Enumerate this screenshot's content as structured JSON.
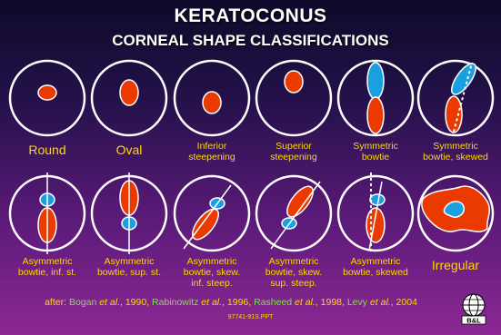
{
  "title": "KERATOCONUS",
  "subtitle": "CORNEAL SHAPE CLASSIFICATIONS",
  "colors": {
    "cornea_fill": "#ea3a00",
    "blue_fill": "#1aa0e0",
    "label": "#ffd800",
    "citation_authors": "#7fe04a"
  },
  "row1": [
    {
      "id": "round",
      "lines": [
        "Round"
      ]
    },
    {
      "id": "oval",
      "lines": [
        "Oval"
      ]
    },
    {
      "id": "inferior",
      "lines": [
        "Inferior",
        "steepening"
      ]
    },
    {
      "id": "superior",
      "lines": [
        "Superior",
        "steepening"
      ]
    },
    {
      "id": "symmetric",
      "lines": [
        "Symmetric",
        "bowtie"
      ]
    },
    {
      "id": "symskew",
      "lines": [
        "Symmetric",
        "bowtie, skewed"
      ]
    }
  ],
  "row2": [
    {
      "id": "asym-inf",
      "lines": [
        "Asymmetric",
        "bowtie, inf. st."
      ]
    },
    {
      "id": "asym-sup",
      "lines": [
        "Asymmetric",
        "bowtie, sup. st."
      ]
    },
    {
      "id": "asym-skew-inf",
      "lines": [
        "Asymmetric",
        "bowtie, skew.",
        "inf. steep."
      ]
    },
    {
      "id": "asym-skew-sup",
      "lines": [
        "Asymmetric",
        "bowtie, skew.",
        "sup. steep."
      ]
    },
    {
      "id": "asym-skewed",
      "lines": [
        "Asymmetric",
        "bowtie, skewed"
      ]
    },
    {
      "id": "irregular",
      "lines": [
        "Irregular"
      ]
    }
  ],
  "citation": {
    "prefix": "after: ",
    "a1": "Bogan ",
    "e1": "et al.",
    "y1": ", 1990, ",
    "a2": "Rabinowitz ",
    "e2": "et al.",
    "y2": ", 1996, ",
    "a3": "Rasheed ",
    "e3": "et al.",
    "y3": ", 1998, ",
    "a4": "Levy ",
    "e4": "et al.",
    "y4": ", 2004"
  },
  "file_ref": "97741-91S.PPT",
  "logo_text": "B&L",
  "logo_icon": "globe-icon"
}
